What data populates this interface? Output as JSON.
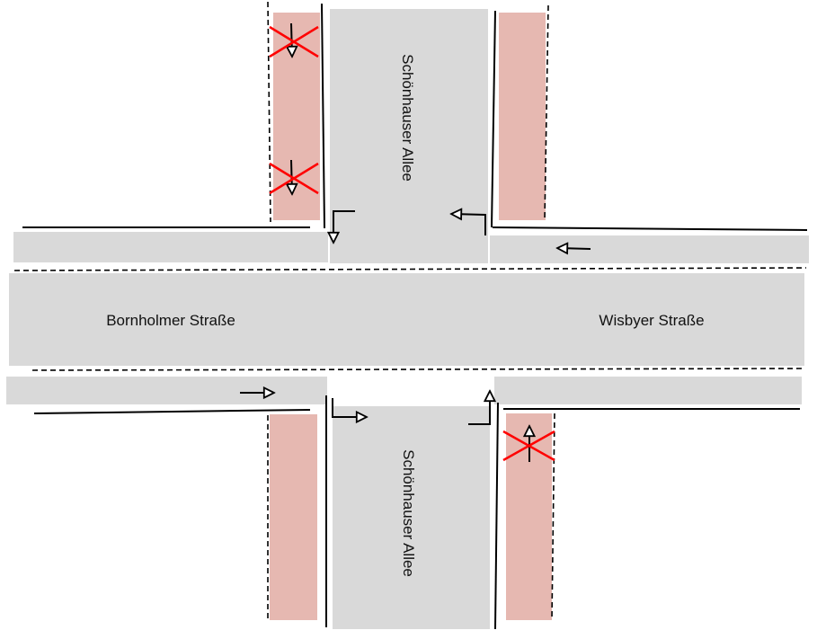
{
  "labels": {
    "north_road": "Schönhauser Allee",
    "south_road": "Schönhauser Allee",
    "west_road": "Bornholmer Straße",
    "east_road": "Wisbyer Straße"
  },
  "colors": {
    "road": "#d9d9d9",
    "bike_lane": "#e6b8b1",
    "curb_line": "#000000",
    "prohibited_mark": "#ff0000",
    "background": "#ffffff"
  },
  "symbols": {
    "bike_lane_arrows_north": "down-arrow-icon",
    "bike_lane_arrows_south": "up-arrow-icon",
    "prohibition": "red-x-icon",
    "turn_arrows": "right-turn-arrow-icon"
  }
}
